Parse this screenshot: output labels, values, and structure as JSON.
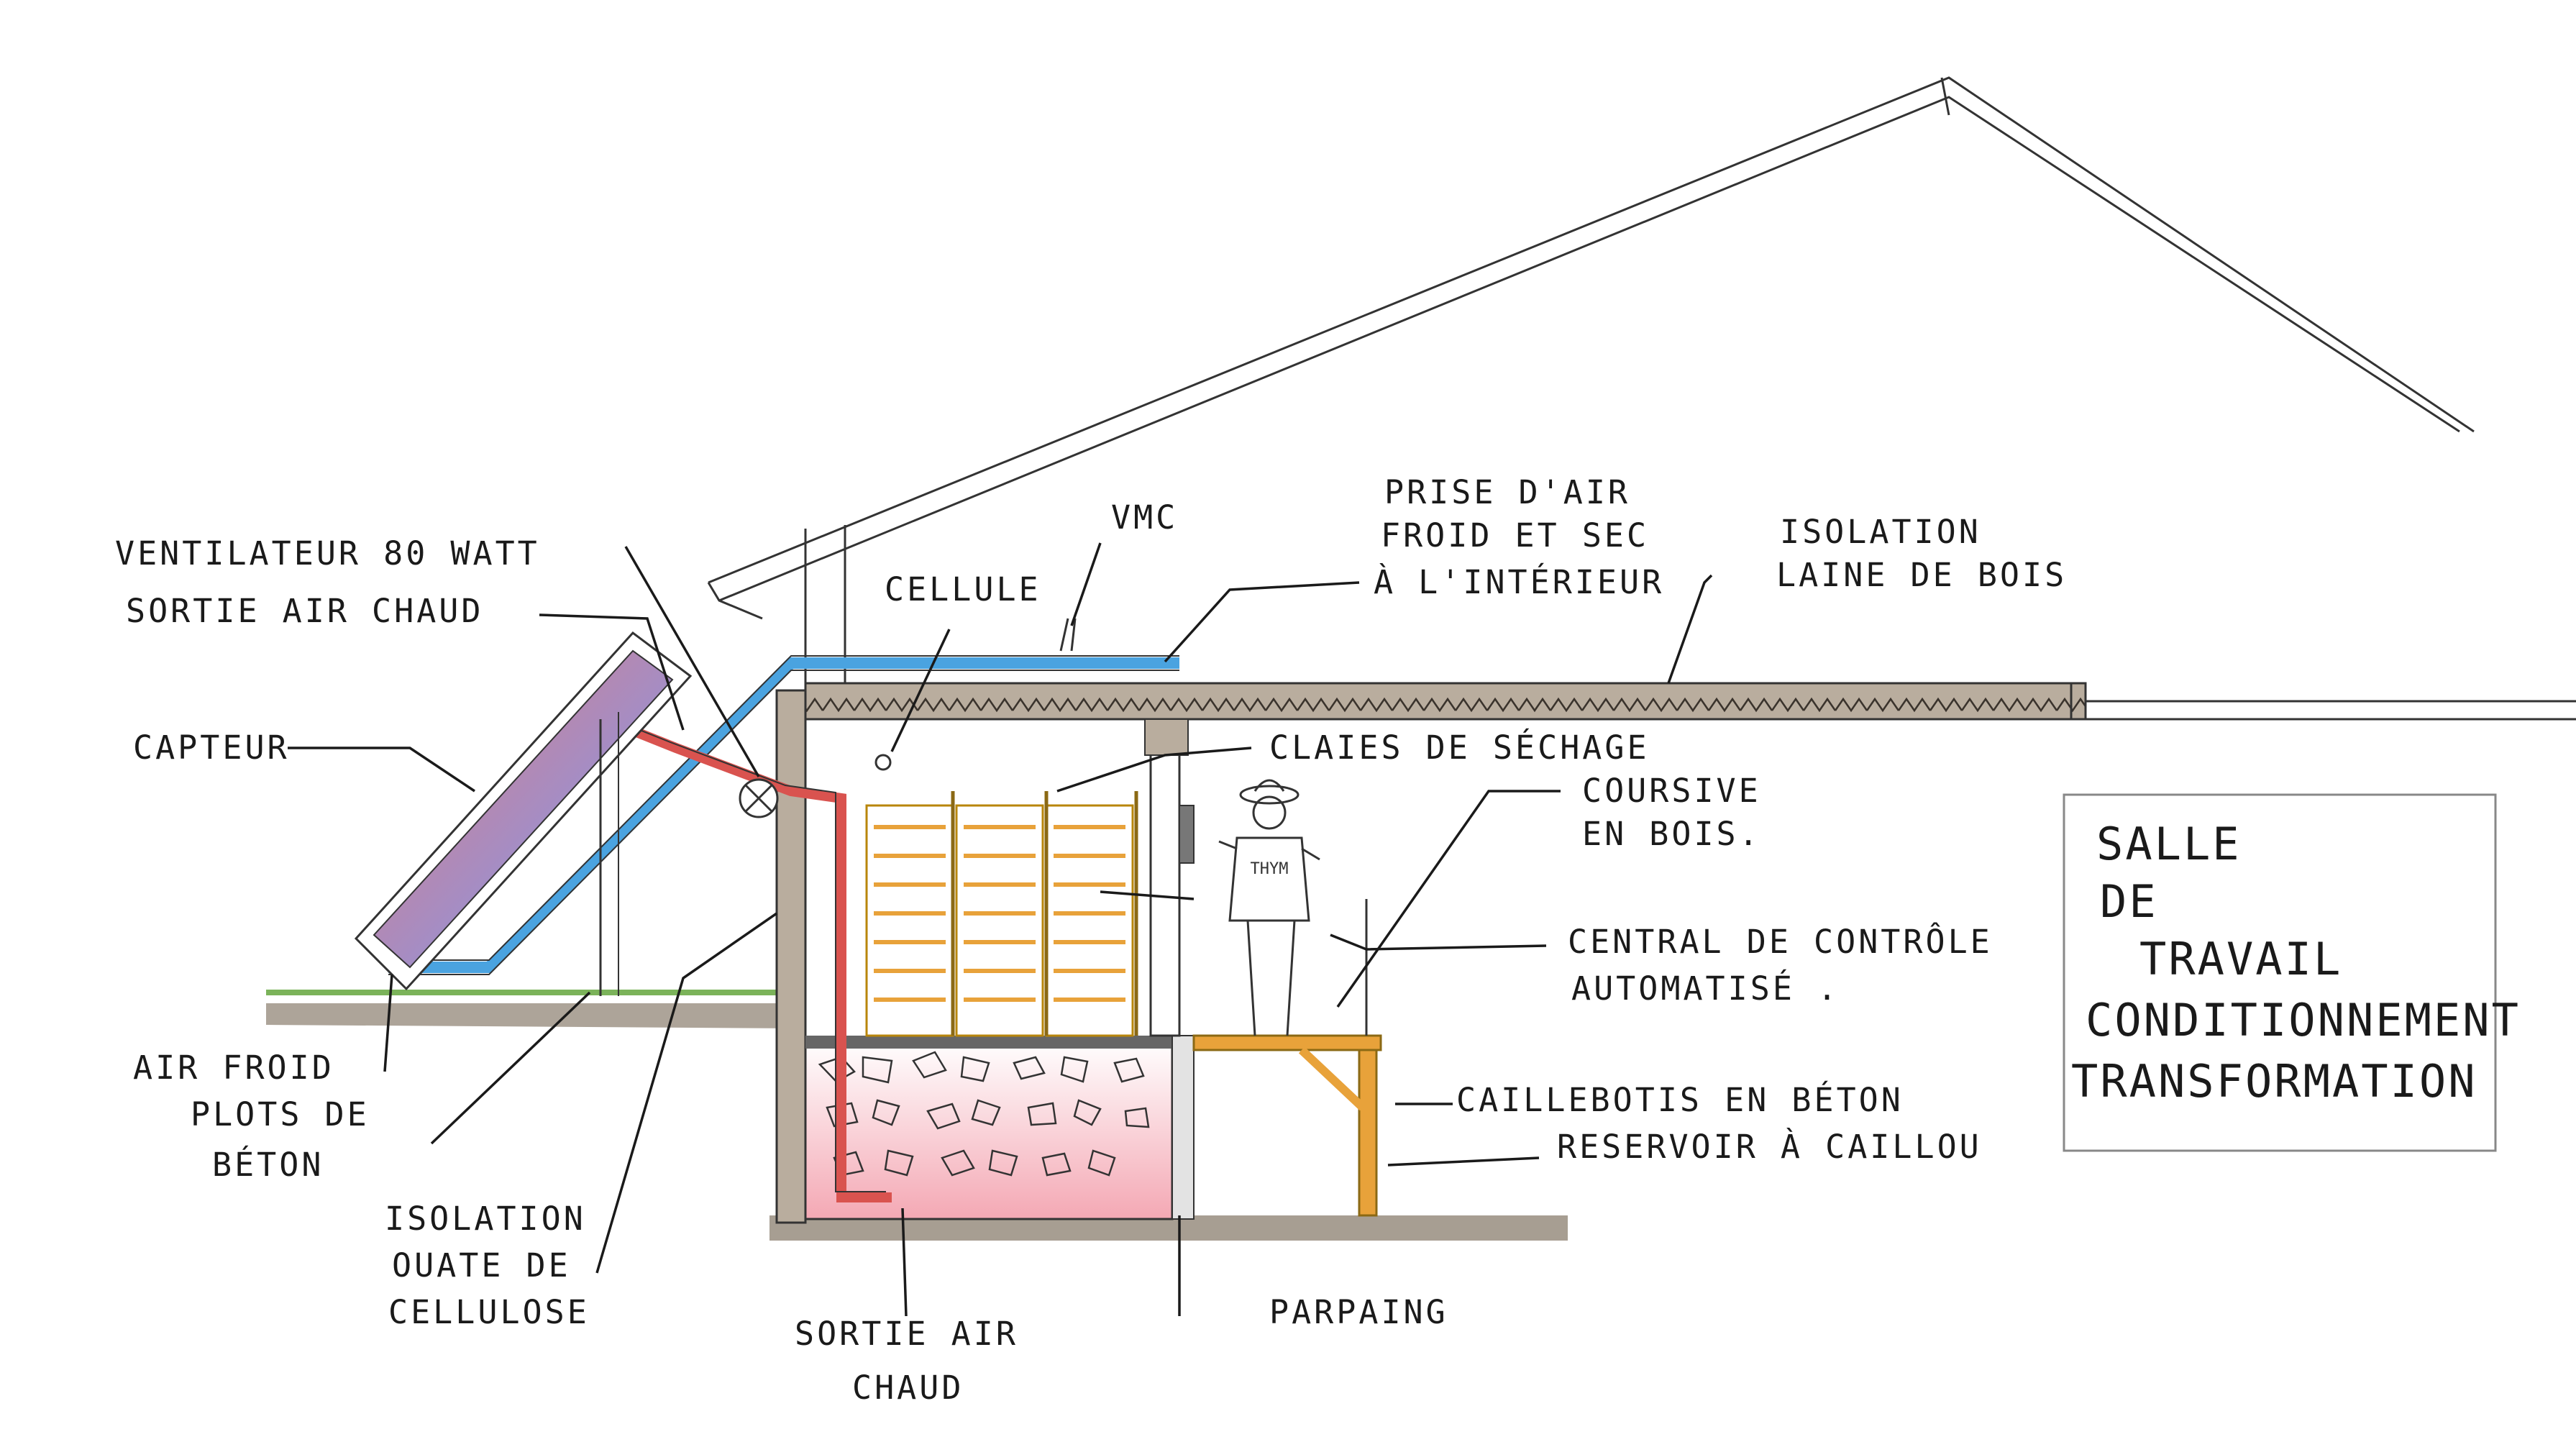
{
  "labels": {
    "ventilateur": "VENTILATEUR 80 WATT",
    "sortie_air_chaud_top": "SORTIE AIR CHAUD",
    "capteur": "CAPTEUR",
    "air_froid": "AIR FROID",
    "plots_1": "PLOTS DE",
    "plots_2": "BÉTON",
    "isolation_ouate_1": "ISOLATION",
    "isolation_ouate_2": "OUATE DE",
    "isolation_ouate_3": "CELLULOSE",
    "sortie_air_chaud_bottom_1": "SORTIE AIR",
    "sortie_air_chaud_bottom_2": "CHAUD",
    "parpaing": "PARPAING",
    "cellule": "CELLULE",
    "vmc": "VMC",
    "prise_air_1": "PRISE D'AIR",
    "prise_air_2": "FROID ET SEC",
    "prise_air_3": "À L'INTÉRIEUR",
    "isolation_laine_1": "ISOLATION",
    "isolation_laine_2": "LAINE DE BOIS",
    "claies": "CLAIES DE SÉCHAGE",
    "coursive_1": "COURSIVE",
    "coursive_2": "EN BOIS.",
    "central_1": "CENTRAL DE CONTRÔLE",
    "central_2": "AUTOMATISÉ .",
    "caillebotis": "CAILLEBOTIS EN BÉTON",
    "reservoir": "RESERVOIR À CAILLOU",
    "thym": "THYM"
  },
  "room_box": {
    "line1": "SALLE",
    "line2": "DE",
    "line3": "TRAVAIL",
    "line4": "CONDITIONNEMENT",
    "line5": "TRANSFORMATION"
  },
  "colors": {
    "hot_air": "#d9534f",
    "cold_air": "#4aa3e0",
    "insulation": "#b5a99a",
    "wood": "#e8a23a",
    "grass": "#7bb35a",
    "ground": "#8a7d6e",
    "reservoir": "#f4b6bf"
  }
}
